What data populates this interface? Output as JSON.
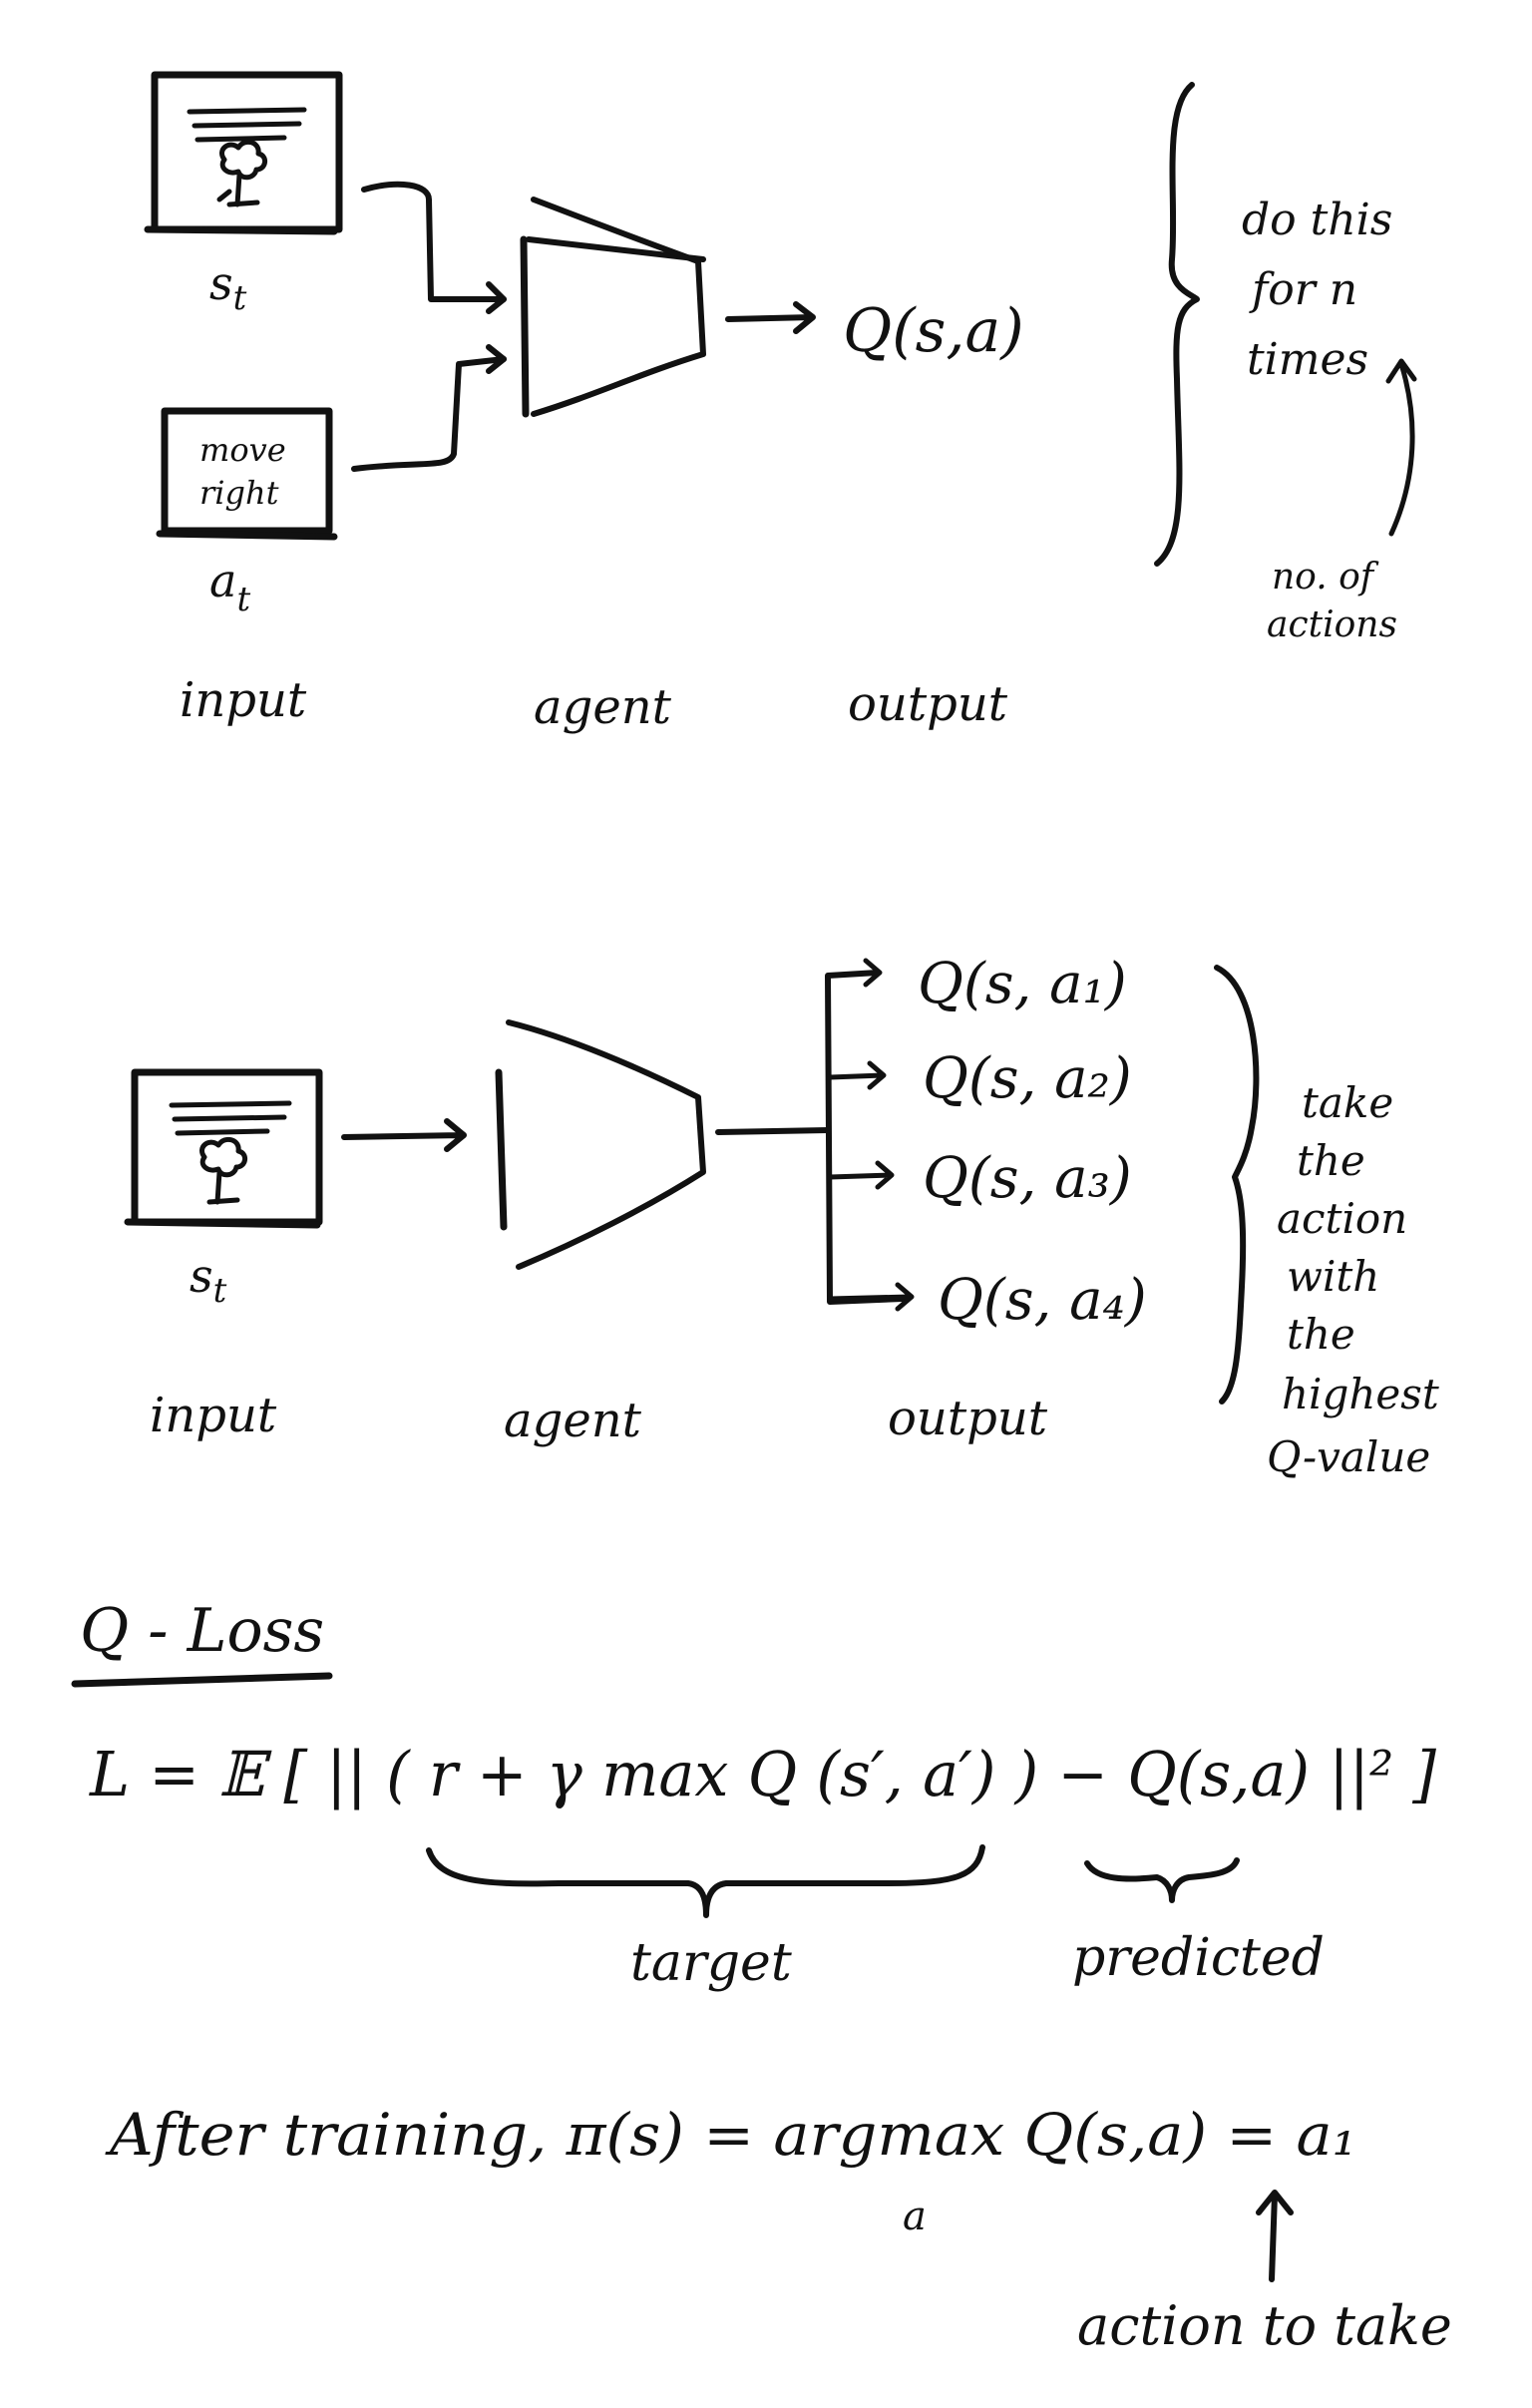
{
  "top": {
    "state_label": "s",
    "state_sub": "t",
    "action_box_text": [
      "move",
      "right"
    ],
    "action_label": "a",
    "action_sub": "t",
    "output_text": "Q(s,a)",
    "note_lines": [
      "do this",
      "for n",
      "times"
    ],
    "note_arrow_label": [
      "no. of",
      "actions"
    ],
    "col_input": "input",
    "col_agent": "agent",
    "col_output": "output"
  },
  "middle": {
    "state_label": "s",
    "state_sub": "t",
    "outputs": [
      "Q(s, a₁)",
      "Q(s, a₂)",
      "Q(s, a₃)",
      "Q(s, a₄)"
    ],
    "note_lines": [
      "take",
      "the",
      "action",
      "with",
      "the",
      "highest",
      "Q-value"
    ],
    "col_input": "input",
    "col_agent": "agent",
    "col_output": "output"
  },
  "loss": {
    "heading": "Q - Loss",
    "equation": "L = 𝔼 [ || ( r + γ max Q (s′, a′) ) − Q(s,a) ||² ]",
    "target_label": "target",
    "predicted_label": "predicted"
  },
  "policy": {
    "lhs": "After training,  π(s) = argmax Q(s,a) = a₁",
    "sub": "a",
    "annotation": "action to take"
  }
}
